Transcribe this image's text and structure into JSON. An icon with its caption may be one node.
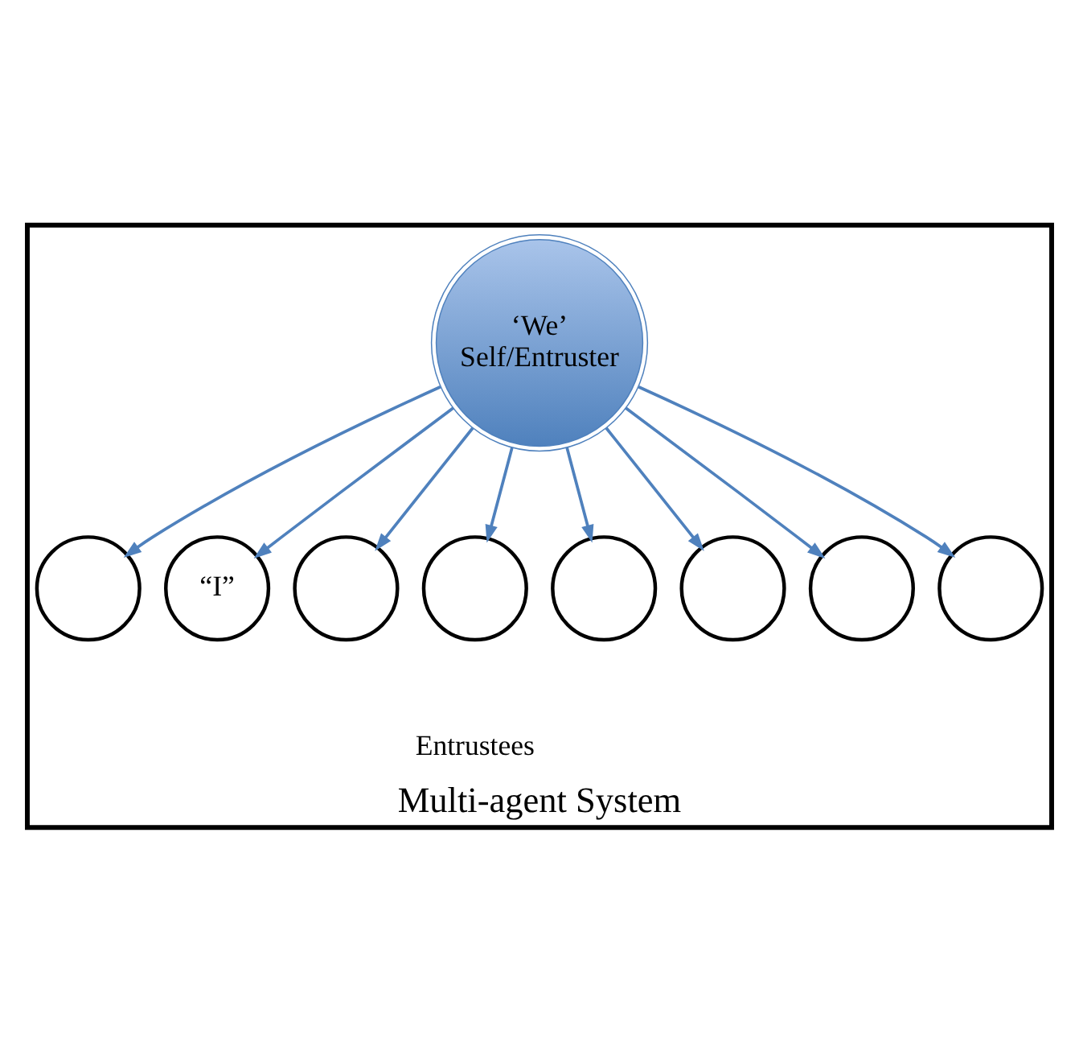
{
  "diagram": {
    "nodes": [
      {
        "text": [
          "Multi-agent System"
        ]
      },
      {
        "text": [
          "‘We’",
          "Self/Entruster"
        ],
        "in": 0
      },
      {
        "text": [],
        "shape": "circle",
        "in": 0
      },
      {
        "text": [
          "“I”"
        ],
        "in": 0
      },
      {
        "text": [],
        "shape": "circle",
        "in": 0
      },
      {
        "text": [],
        "shape": "circle",
        "in": 0
      },
      {
        "text": [],
        "shape": "circle",
        "in": 0
      },
      {
        "text": [],
        "shape": "circle",
        "in": 0
      },
      {
        "text": [],
        "shape": "circle",
        "in": 0
      },
      {
        "text": [],
        "shape": "circle",
        "in": 0
      }
    ],
    "edges": [
      {
        "from": 1,
        "to": 2,
        "arrow": "to"
      },
      {
        "from": 1,
        "to": 3,
        "arrow": "to"
      },
      {
        "from": 1,
        "to": 4,
        "arrow": "to"
      },
      {
        "from": 1,
        "to": 5,
        "arrow": "to"
      },
      {
        "from": 1,
        "to": 6,
        "arrow": "to"
      },
      {
        "from": 1,
        "to": 7,
        "arrow": "to"
      },
      {
        "from": 1,
        "to": 8,
        "arrow": "to"
      },
      {
        "from": 1,
        "to": 9,
        "arrow": "to"
      }
    ],
    "labels": [
      "Entrustees"
    ]
  }
}
